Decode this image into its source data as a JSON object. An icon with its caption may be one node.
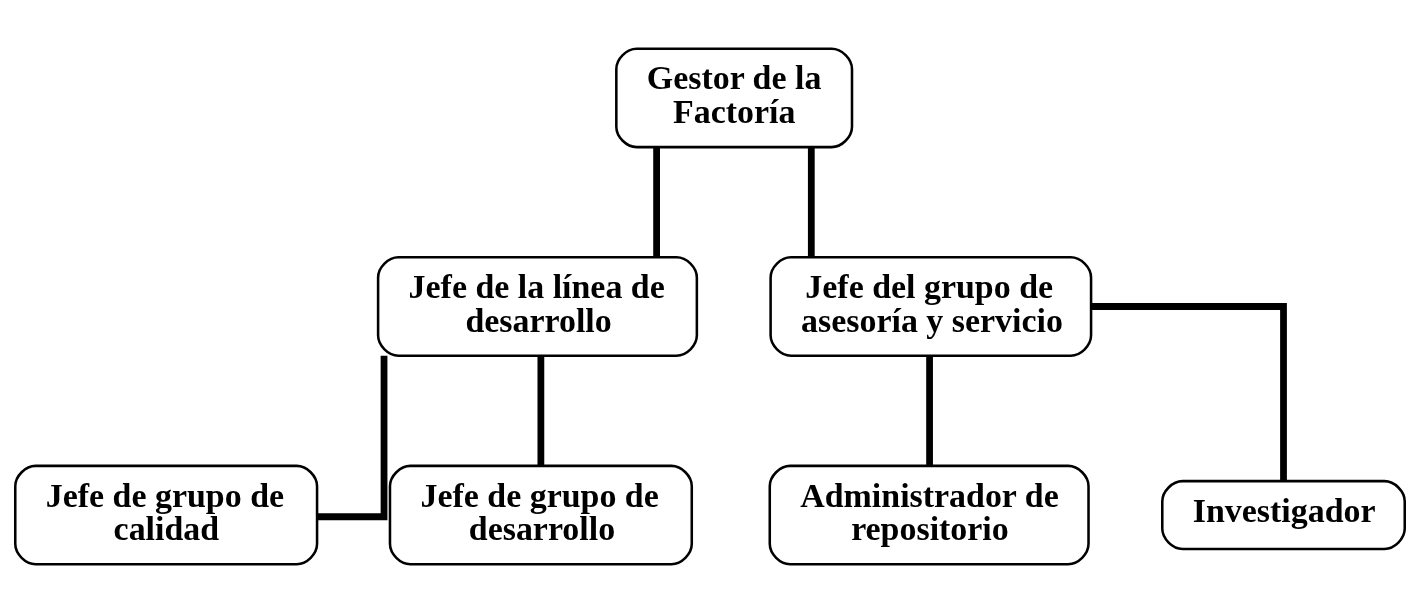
{
  "diagram": {
    "nodes": [
      {
        "text": [
          "Gestor de la Factoría"
        ]
      },
      {
        "text": [
          "Jefe de la línea de desarrollo"
        ]
      },
      {
        "text": [
          "Jefe del grupo de asesoría y servicio"
        ]
      },
      {
        "text": [
          "Jefe de grupo de calidad"
        ]
      },
      {
        "text": [
          "Jefe de grupo de desarrollo"
        ]
      },
      {
        "text": [
          "Administrador de repositorio"
        ]
      },
      {
        "text": [
          "Investigador"
        ]
      }
    ],
    "edges": [
      {
        "from": 0,
        "to": 1,
        "arrow": "none"
      },
      {
        "from": 0,
        "to": 2,
        "arrow": "none"
      },
      {
        "from": 1,
        "to": 3,
        "arrow": "none"
      },
      {
        "from": 1,
        "to": 4,
        "arrow": "none"
      },
      {
        "from": 2,
        "to": 5,
        "arrow": "none"
      },
      {
        "from": 2,
        "to": 6,
        "arrow": "none"
      }
    ]
  }
}
